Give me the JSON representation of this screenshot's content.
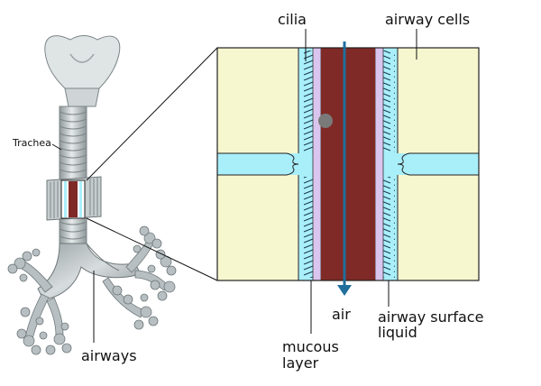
{
  "labels": {
    "trachea": "Trachea",
    "cilia": "cilia",
    "airway_cells": "airway cells",
    "air": "air",
    "airway_surface_liquid_line1": "airway surface",
    "airway_surface_liquid_line2": "liquid",
    "mucous_layer_line1": "mucous",
    "mucous_layer_line2": "layer",
    "airways": "airways"
  },
  "colors": {
    "airway_cell": "#f6f7cf",
    "surface_liquid": "#a9effa",
    "mucous": "#d9c5ee",
    "air_channel": "#7f2a26",
    "arrow": "#1f6e9b",
    "lung_gray": "#b7bfc2",
    "line": "#111111"
  },
  "icons": {
    "particle": "gray-particle-icon",
    "air_arrow": "down-arrow-icon"
  }
}
